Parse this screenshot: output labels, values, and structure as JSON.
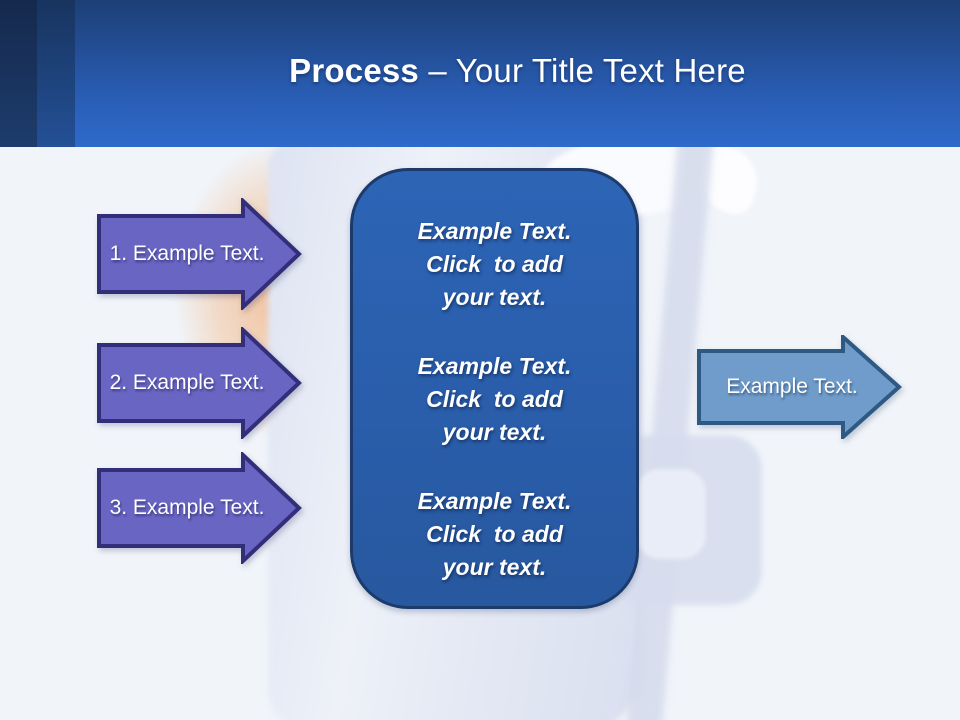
{
  "title": {
    "bold": "Process",
    "rest": " – Your Title Text Here"
  },
  "left_arrows": [
    {
      "label": "1. Example Text."
    },
    {
      "label": "2. Example Text."
    },
    {
      "label": "3. Example Text."
    }
  ],
  "panel": {
    "blocks": [
      {
        "lines": [
          "Example Text.",
          "Click  to add",
          "your text."
        ]
      },
      {
        "lines": [
          "Example Text.",
          "Click  to add",
          "your text."
        ]
      },
      {
        "lines": [
          "Example Text.",
          "Click  to add",
          "your text."
        ]
      }
    ]
  },
  "right_arrow": {
    "label": "Example Text."
  },
  "colors": {
    "header_top": "#1d3f76",
    "header_bottom": "#2e6aca",
    "stripe_dark": "#15294d",
    "stripe_mid": "#18345f",
    "body_bg": "#f1f5fa",
    "arrow_purple": "#6966c3",
    "arrow_purple_border": "#322e7a",
    "panel_blue": "#2a5fad",
    "panel_border": "#1c3a6a",
    "arrow_blue": "#6f9cca",
    "arrow_blue_border": "#2e5983"
  }
}
